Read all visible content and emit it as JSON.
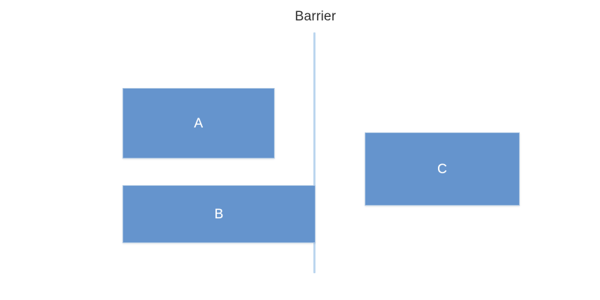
{
  "diagram": {
    "title": "Barrier",
    "background_color": "#ffffff",
    "barrier": {
      "label": "Barrier",
      "color": "#bcd6ef",
      "orientation": "vertical"
    },
    "box_fill_color": "#6594cd",
    "box_border_color": "#a9c4e2",
    "box_label_color": "#ffffff",
    "boxes": [
      {
        "label": "A",
        "side": "left-of-barrier"
      },
      {
        "label": "B",
        "side": "left-of-barrier-touching"
      },
      {
        "label": "C",
        "side": "right-of-barrier"
      }
    ]
  }
}
